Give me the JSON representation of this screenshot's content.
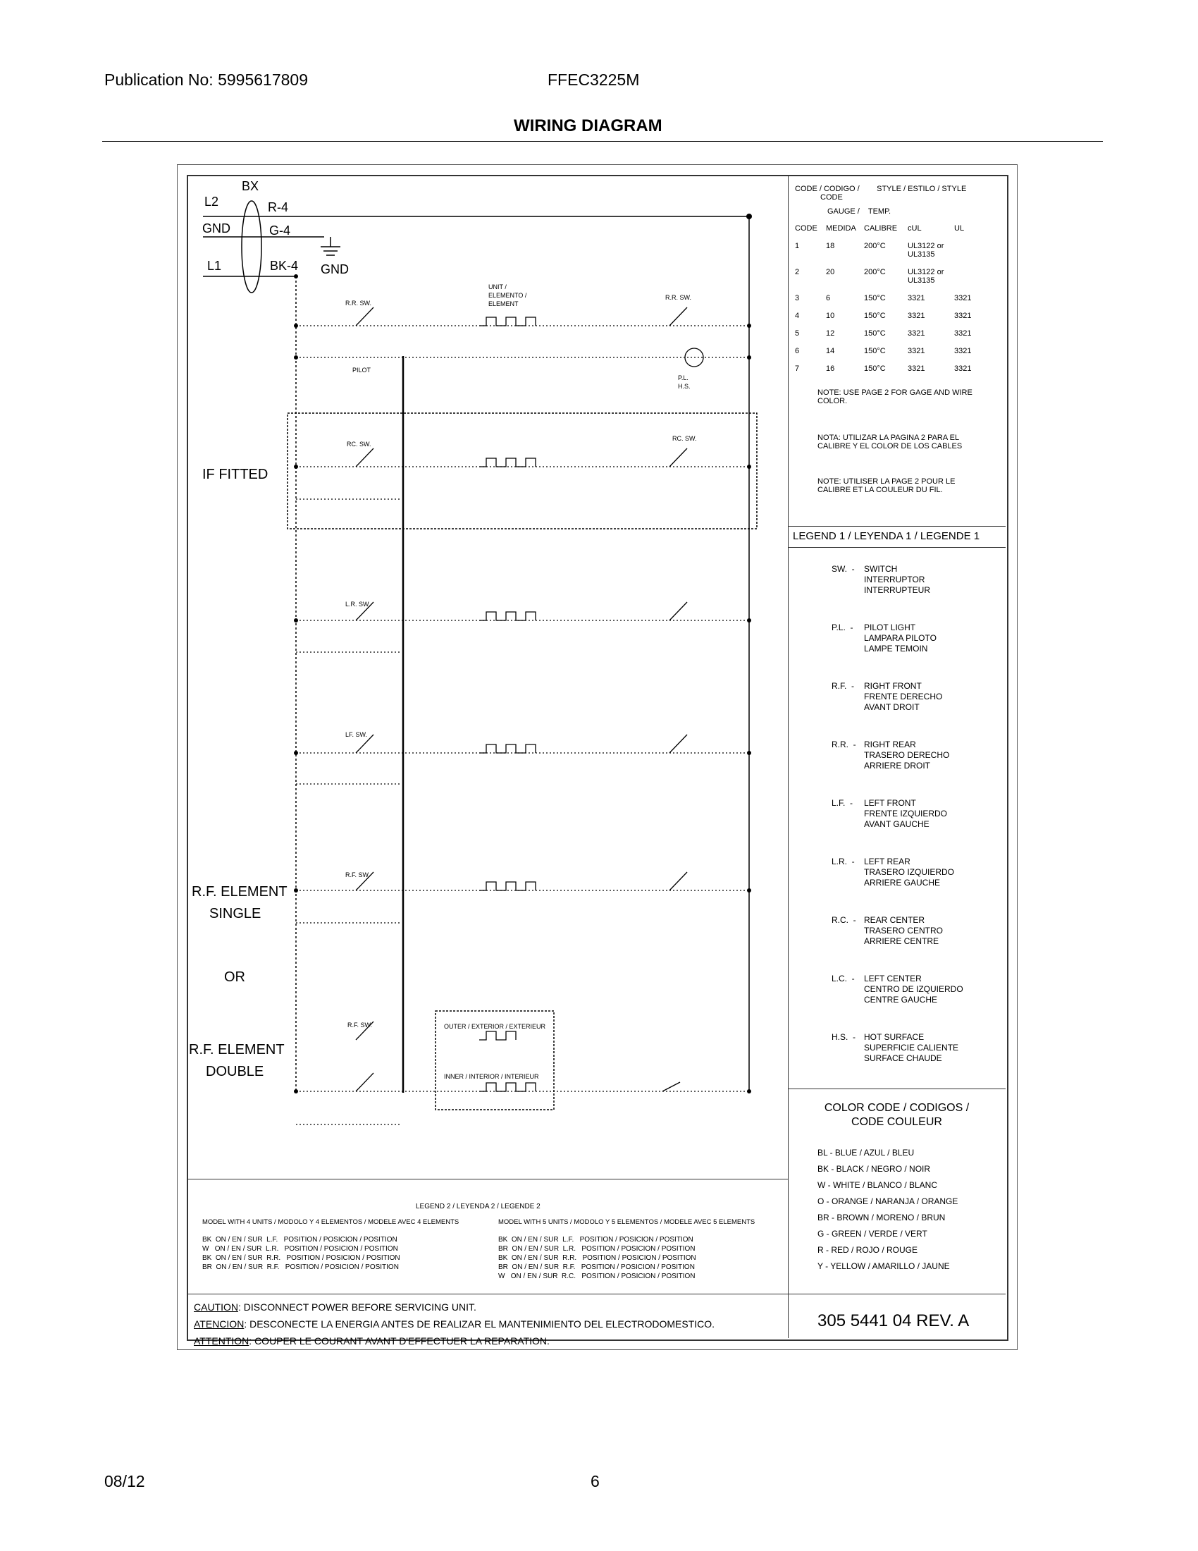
{
  "header": {
    "publication": "Publication No: 5995617809",
    "model": "FFEC3225M",
    "title": "WIRING DIAGRAM"
  },
  "footer": {
    "date": "08/12",
    "page": "6"
  },
  "wires": {
    "bx": "BX",
    "l2": "L2",
    "r4": "R-4",
    "gnd": "GND",
    "g4": "G-4",
    "l1": "L1",
    "bk4": "BK-4",
    "gnd2": "GND"
  },
  "sections": {
    "if_fitted": "IF FITTED",
    "rf_single_1": "R.F. ELEMENT",
    "rf_single_2": "SINGLE",
    "or": "OR",
    "rf_double_1": "R.F. ELEMENT",
    "rf_double_2": "DOUBLE"
  },
  "circuit_labels": {
    "unit": "UNIT /",
    "elemento": "ELEMENTO /",
    "element": "ELEMENT",
    "outer": "OUTER / EXTERIOR / EXTERIEUR",
    "inner": "INNER / INTERIOR / INTERIEUR",
    "pilot": "PILOT",
    "pl": "P.L.",
    "hs": "H.S.",
    "rr_sw": "R.R. SW.",
    "rc_sw": "RC. SW.",
    "lr_sw": "L.R. SW.",
    "lf_sw": "LF. SW.",
    "rf_sw": "R.F. SW."
  },
  "code_table": {
    "head1": "CODE / CODIGO /        STYLE / ESTILO / STYLE",
    "head1b": "CODE",
    "head2": "GAUGE /    TEMP.",
    "cols": [
      "CODE",
      "MEDIDA",
      "CALIBRE",
      "cUL",
      "UL"
    ],
    "rows": [
      [
        "1",
        "18",
        "200°C",
        "UL3122 or UL3135",
        ""
      ],
      [
        "2",
        "20",
        "200°C",
        "UL3122 or UL3135",
        ""
      ],
      [
        "3",
        "6",
        "150°C",
        "3321",
        "3321"
      ],
      [
        "4",
        "10",
        "150°C",
        "3321",
        "3321"
      ],
      [
        "5",
        "12",
        "150°C",
        "3321",
        "3321"
      ],
      [
        "6",
        "14",
        "150°C",
        "3321",
        "3321"
      ],
      [
        "7",
        "16",
        "150°C",
        "3321",
        "3321"
      ]
    ],
    "note_en": "NOTE: USE PAGE 2 FOR GAGE AND WIRE COLOR.",
    "note_es": "NOTA: UTILIZAR LA PAGINA 2 PARA EL CALIBRE Y EL COLOR DE LOS CABLES",
    "note_fr": "NOTE: UTILISER LA PAGE 2 POUR LE CALIBRE ET LA COULEUR DU FIL."
  },
  "legend1": {
    "title": "LEGEND 1 / LEYENDA 1 / LEGENDE 1",
    "items": [
      {
        "abbr": "SW.  -",
        "lines": [
          "SWITCH",
          "INTERRUPTOR",
          "INTERRUPTEUR"
        ]
      },
      {
        "abbr": "P.L.  -",
        "lines": [
          "PILOT LIGHT",
          "LAMPARA PILOTO",
          "LAMPE TEMOIN"
        ]
      },
      {
        "abbr": "R.F.  -",
        "lines": [
          "RIGHT FRONT",
          "FRENTE DERECHO",
          "AVANT DROIT"
        ]
      },
      {
        "abbr": "R.R.  -",
        "lines": [
          "RIGHT REAR",
          "TRASERO DERECHO",
          "ARRIERE DROIT"
        ]
      },
      {
        "abbr": "L.F.  -",
        "lines": [
          "LEFT FRONT",
          "FRENTE IZQUIERDO",
          "AVANT GAUCHE"
        ]
      },
      {
        "abbr": "L.R.  -",
        "lines": [
          "LEFT REAR",
          "TRASERO IZQUIERDO",
          "ARRIERE GAUCHE"
        ]
      },
      {
        "abbr": "R.C.  -",
        "lines": [
          "REAR CENTER",
          "TRASERO CENTRO",
          "ARRIERE CENTRE"
        ]
      },
      {
        "abbr": "L.C.  -",
        "lines": [
          "LEFT CENTER",
          "CENTRO DE IZQUIERDO",
          "CENTRE GAUCHE"
        ]
      },
      {
        "abbr": "H.S.  -",
        "lines": [
          "HOT SURFACE",
          "SUPERFICIE CALIENTE",
          "SURFACE CHAUDE"
        ]
      }
    ]
  },
  "color_code": {
    "title1": "COLOR CODE / CODIGOS /",
    "title2": "CODE COULEUR",
    "items": [
      "BL - BLUE / AZUL / BLEU",
      "BK - BLACK / NEGRO / NOIR",
      "W - WHITE / BLANCO / BLANC",
      "O - ORANGE / NARANJA / ORANGE",
      "BR - BROWN / MORENO / BRUN",
      "G - GREEN / VERDE / VERT",
      "R - RED / ROJO / ROUGE",
      "Y - YELLOW / AMARILLO / JAUNE"
    ]
  },
  "legend2": {
    "title": "LEGEND 2 / LEYENDA 2 / LEGENDE 2",
    "left_head": "MODEL WITH 4 UNITS / MODOLO Y 4 ELEMENTOS / MODELE AVEC 4 ELEMENTS",
    "right_head": "MODEL WITH 5 UNITS / MODOLO Y 5 ELEMENTOS / MODELE AVEC 5 ELEMENTS",
    "left_rows": [
      "BK  ON / EN / SUR  L.F.   POSITION / POSICION / POSITION",
      "W   ON / EN / SUR  L.R.   POSITION / POSICION / POSITION",
      "BK  ON / EN / SUR  R.R.   POSITION / POSICION / POSITION",
      "BR  ON / EN / SUR  R.F.   POSITION / POSICION / POSITION"
    ],
    "right_rows": [
      "BK  ON / EN / SUR  L.F.   POSITION / POSICION / POSITION",
      "BR  ON / EN / SUR  L.R.   POSITION / POSICION / POSITION",
      "BK  ON / EN / SUR  R.R.   POSITION / POSICION / POSITION",
      "BR  ON / EN / SUR  R.F.   POSITION / POSICION / POSITION",
      "W   ON / EN / SUR  R.C.   POSITION / POSICION / POSITION"
    ]
  },
  "caution": {
    "en_label": "CAUTION",
    "en_text": ": DISCONNECT POWER BEFORE SERVICING UNIT.",
    "es_label": "ATENCION",
    "es_text": ": DESCONECTE LA ENERGIA ANTES DE REALIZAR EL MANTENIMIENTO DEL ELECTRODOMESTICO.",
    "fr_label": "ATTENTION",
    "fr_text": ": COUPER LE COURANT AVANT D'EFFECTUER LA REPARATION."
  },
  "part_number": "305 5441 04 REV. A"
}
